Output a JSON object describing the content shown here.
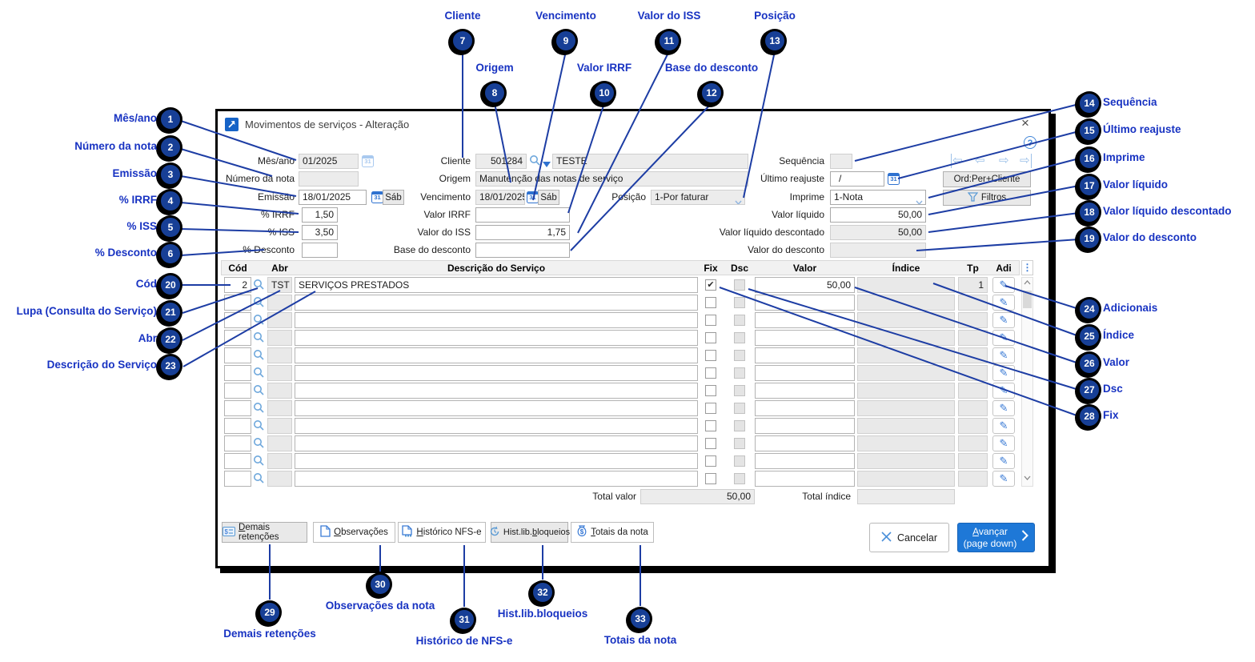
{
  "colors": {
    "accent_blue": "#2f72d0",
    "primary_button": "#1e78d7",
    "callout_circle": "#173f96",
    "callout_label": "#1833c2",
    "disabled_field": "#ececec"
  },
  "window": {
    "title": "Movimentos de serviços - Alteração",
    "close": "×",
    "help": "?"
  },
  "icons": {
    "calendar_label": "31",
    "dots_menu": "⋮",
    "edit_glyph": "✎",
    "check_glyph": "✔",
    "nav_prev_end": "⇦",
    "nav_prev": "⇦",
    "nav_next": "⇨",
    "nav_next_end": "⇨"
  },
  "form": {
    "mes_ano": {
      "label": "Mês/ano",
      "value": "01/2025"
    },
    "numero_nota": {
      "label": "Número da nota",
      "value": ""
    },
    "emissao": {
      "label": "Emissão",
      "value": "18/01/2025",
      "day": "Sáb"
    },
    "perc_irrf": {
      "label": "% IRRF",
      "value": "1,50"
    },
    "perc_iss": {
      "label": "% ISS",
      "value": "3,50"
    },
    "perc_desconto": {
      "label": "% Desconto",
      "value": ""
    },
    "cliente": {
      "label": "Cliente",
      "code": "501284",
      "name": "TESTE"
    },
    "origem": {
      "label": "Origem",
      "value": "Manutenção das notas de serviço"
    },
    "vencimento": {
      "label": "Vencimento",
      "value": "18/01/2025",
      "day": "Sáb"
    },
    "valor_irrf": {
      "label": "Valor IRRF",
      "value": ""
    },
    "valor_iss": {
      "label": "Valor do ISS",
      "value": "1,75"
    },
    "base_desconto": {
      "label": "Base do desconto",
      "value": ""
    },
    "posicao": {
      "label": "Posição",
      "value": "1-Por faturar"
    },
    "sequencia": {
      "label": "Sequência",
      "value": ""
    },
    "ultimo_reajuste": {
      "label": "Último reajuste",
      "value": "/"
    },
    "imprime": {
      "label": "Imprime",
      "value": "1-Nota"
    },
    "valor_liquido": {
      "label": "Valor líquido",
      "value": "50,00"
    },
    "valor_liquido_descontado": {
      "label": "Valor líquido descontado",
      "value": "50,00"
    },
    "valor_desconto": {
      "label": "Valor do desconto",
      "value": ""
    }
  },
  "toolbar": {
    "ord_button": "Ord:Per+Cliente",
    "filtros_button": "Filtros"
  },
  "grid": {
    "headers": {
      "cod": "Cód",
      "abr": "Abr",
      "desc": "Descrição do Serviço",
      "fix": "Fix",
      "dsc": "Dsc",
      "valor": "Valor",
      "indice": "Índice",
      "tp": "Tp",
      "adi": "Adi"
    },
    "rows": [
      {
        "cod": "2",
        "abr": "TST",
        "desc": "SERVIÇOS PRESTADOS",
        "fix": true,
        "dsc": false,
        "valor": "50,00",
        "indice": "",
        "tp": "1"
      },
      {
        "cod": "",
        "abr": "",
        "desc": "",
        "fix": false,
        "dsc": false,
        "valor": "",
        "indice": "",
        "tp": ""
      },
      {
        "cod": "",
        "abr": "",
        "desc": "",
        "fix": false,
        "dsc": false,
        "valor": "",
        "indice": "",
        "tp": ""
      },
      {
        "cod": "",
        "abr": "",
        "desc": "",
        "fix": false,
        "dsc": false,
        "valor": "",
        "indice": "",
        "tp": ""
      },
      {
        "cod": "",
        "abr": "",
        "desc": "",
        "fix": false,
        "dsc": false,
        "valor": "",
        "indice": "",
        "tp": ""
      },
      {
        "cod": "",
        "abr": "",
        "desc": "",
        "fix": false,
        "dsc": false,
        "valor": "",
        "indice": "",
        "tp": ""
      },
      {
        "cod": "",
        "abr": "",
        "desc": "",
        "fix": false,
        "dsc": false,
        "valor": "",
        "indice": "",
        "tp": ""
      },
      {
        "cod": "",
        "abr": "",
        "desc": "",
        "fix": false,
        "dsc": false,
        "valor": "",
        "indice": "",
        "tp": ""
      },
      {
        "cod": "",
        "abr": "",
        "desc": "",
        "fix": false,
        "dsc": false,
        "valor": "",
        "indice": "",
        "tp": ""
      },
      {
        "cod": "",
        "abr": "",
        "desc": "",
        "fix": false,
        "dsc": false,
        "valor": "",
        "indice": "",
        "tp": ""
      },
      {
        "cod": "",
        "abr": "",
        "desc": "",
        "fix": false,
        "dsc": false,
        "valor": "",
        "indice": "",
        "tp": ""
      },
      {
        "cod": "",
        "abr": "",
        "desc": "",
        "fix": false,
        "dsc": false,
        "valor": "",
        "indice": "",
        "tp": ""
      }
    ],
    "total_valor": {
      "label": "Total valor",
      "value": "50,00"
    },
    "total_indice": {
      "label": "Total índice",
      "value": ""
    }
  },
  "footer": {
    "buttons": [
      {
        "pre": "",
        "key": "D",
        "rest": "emais retenções"
      },
      {
        "pre": "",
        "key": "O",
        "rest": "bservações"
      },
      {
        "pre": "",
        "key": "H",
        "rest": "istórico NFS-e"
      },
      {
        "pre": "Hist.lib.",
        "key": "b",
        "rest": "loqueios"
      },
      {
        "pre": "",
        "key": "T",
        "rest": "otais da nota"
      }
    ],
    "cancel_label": "Cancelar",
    "advance": {
      "key": "A",
      "rest": "vançar",
      "sub": "(page down)"
    }
  },
  "callouts": [
    {
      "num": "1",
      "label": "Mês/ano"
    },
    {
      "num": "2",
      "label": "Número da nota"
    },
    {
      "num": "3",
      "label": "Emissão"
    },
    {
      "num": "4",
      "label": "% IRRF"
    },
    {
      "num": "5",
      "label": "% ISS"
    },
    {
      "num": "6",
      "label": "% Desconto"
    },
    {
      "num": "7",
      "label": "Cliente"
    },
    {
      "num": "8",
      "label": "Origem"
    },
    {
      "num": "9",
      "label": "Vencimento"
    },
    {
      "num": "10",
      "label": "Valor IRRF"
    },
    {
      "num": "11",
      "label": "Valor do ISS"
    },
    {
      "num": "12",
      "label": "Base do desconto"
    },
    {
      "num": "13",
      "label": "Posição"
    },
    {
      "num": "14",
      "label": "Sequência"
    },
    {
      "num": "15",
      "label": "Último reajuste"
    },
    {
      "num": "16",
      "label": "Imprime"
    },
    {
      "num": "17",
      "label": "Valor líquido"
    },
    {
      "num": "18",
      "label": "Valor líquido descontado"
    },
    {
      "num": "19",
      "label": "Valor do desconto"
    },
    {
      "num": "20",
      "label": "Cód"
    },
    {
      "num": "21",
      "label": "Lupa (Consulta do Serviço)"
    },
    {
      "num": "22",
      "label": "Abr"
    },
    {
      "num": "23",
      "label": "Descrição do Serviço"
    },
    {
      "num": "24",
      "label": "Adicionais"
    },
    {
      "num": "25",
      "label": "Índice"
    },
    {
      "num": "26",
      "label": "Valor"
    },
    {
      "num": "27",
      "label": "Dsc"
    },
    {
      "num": "28",
      "label": "Fix"
    },
    {
      "num": "29",
      "label": "Demais retenções"
    },
    {
      "num": "30",
      "label": "Observações da nota"
    },
    {
      "num": "31",
      "label": "Histórico de NFS-e"
    },
    {
      "num": "32",
      "label": "Hist.lib.bloqueios"
    },
    {
      "num": "33",
      "label": "Totais da nota"
    }
  ]
}
